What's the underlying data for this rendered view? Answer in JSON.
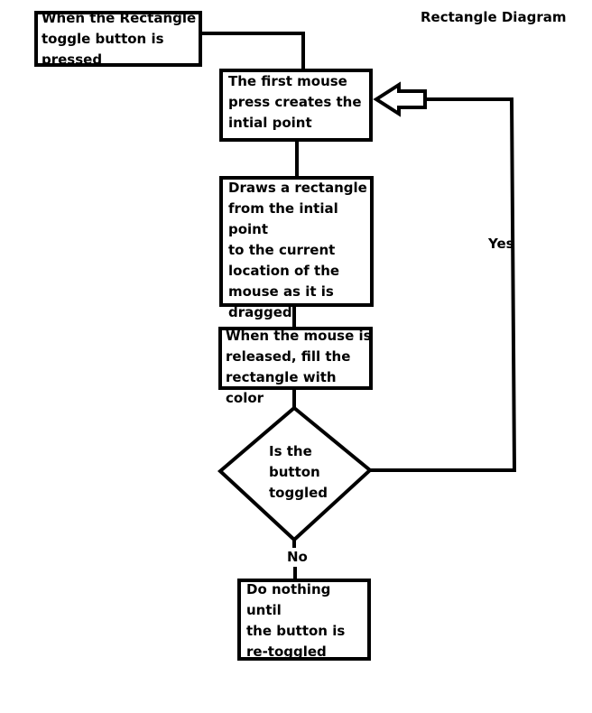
{
  "title": "Rectangle Diagram",
  "nodes": {
    "start": "When the Rectangle\ntoggle button is\npressed",
    "first_press": "The first mouse\npress creates the\nintial point",
    "drag": "Draws a rectangle\nfrom the intial point\nto the current\nlocation of the\nmouse as it is\ndragged",
    "release": "When the mouse is\nreleased, fill the\nrectangle with color",
    "decision": "Is the\nbutton\ntoggled",
    "nothing": "Do nothing until\nthe button is\nre-toggled"
  },
  "edges": {
    "yes": "Yes",
    "no": "No"
  }
}
